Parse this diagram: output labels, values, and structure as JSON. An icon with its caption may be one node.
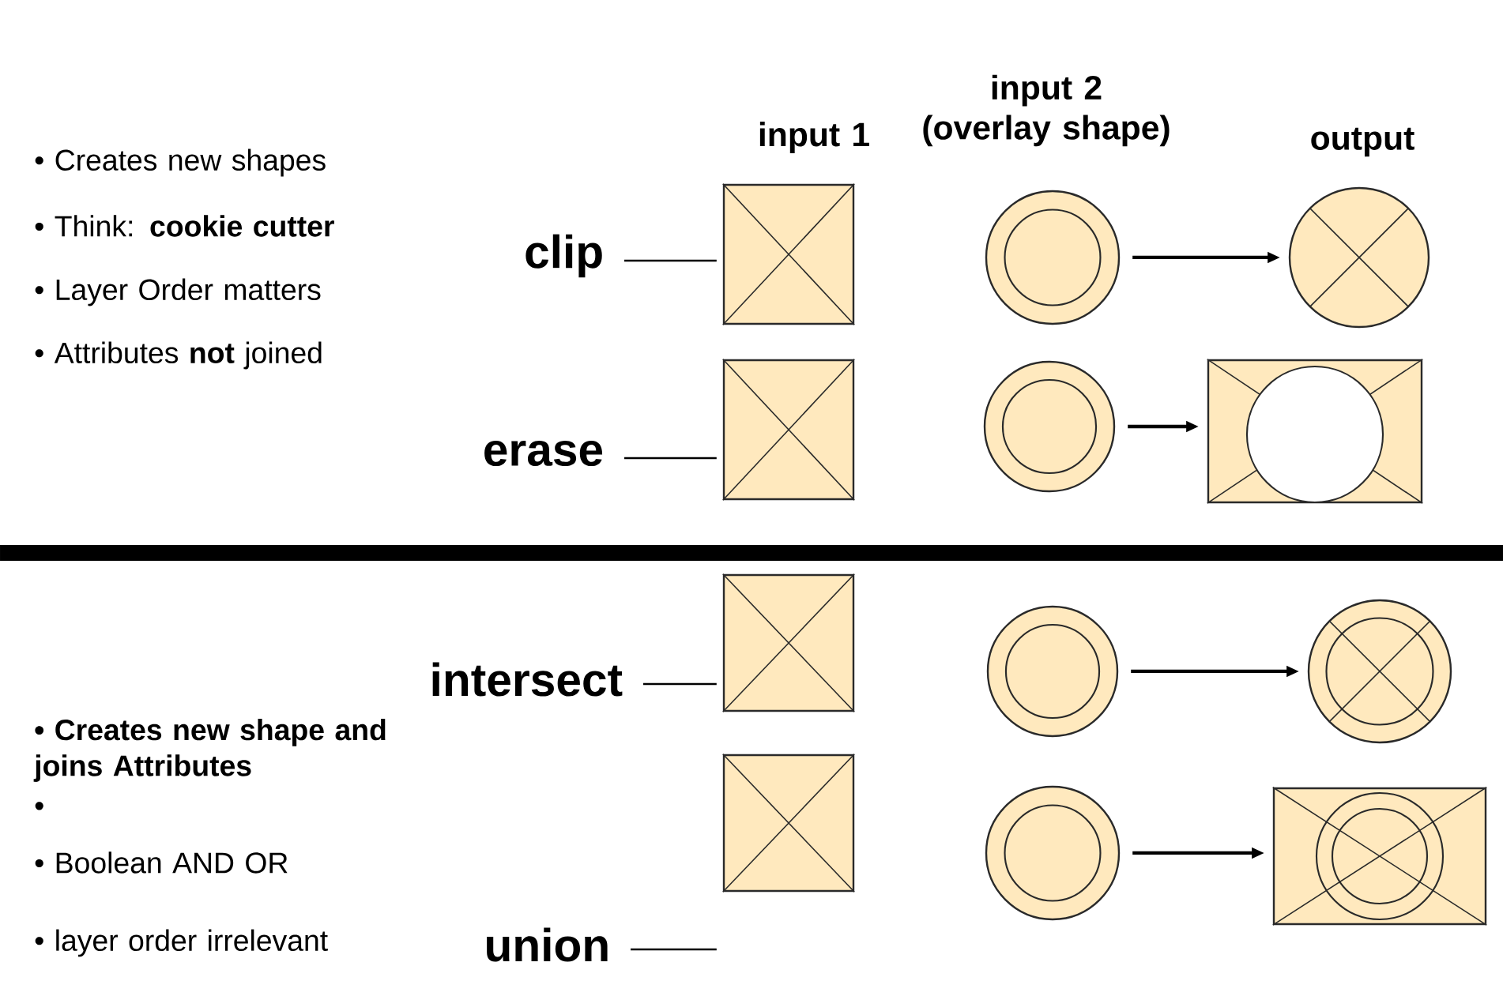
{
  "diagram": {
    "nodes": [
      {
        "text": [
          "clip"
        ]
      },
      {
        "text": [],
        "shape": "box"
      },
      {
        "text": [],
        "shape": "circle"
      },
      {
        "text": [],
        "shape": "circle"
      },
      {
        "text": [
          "erase"
        ]
      },
      {
        "text": [],
        "shape": "box"
      },
      {
        "text": [],
        "shape": "circle"
      },
      {
        "text": [],
        "shape": "box"
      },
      {
        "text": [
          "intersect"
        ]
      },
      {
        "text": [],
        "shape": "box"
      },
      {
        "text": [],
        "shape": "circle"
      },
      {
        "text": [],
        "shape": "circle"
      },
      {
        "text": [
          "union"
        ]
      },
      {
        "text": [],
        "shape": "box"
      },
      {
        "text": [],
        "shape": "circle"
      },
      {
        "text": [],
        "shape": "box"
      }
    ],
    "edges": [
      {
        "from": 0,
        "to": 1,
        "arrow": "none"
      },
      {
        "from": 2,
        "to": 3,
        "arrow": "to"
      },
      {
        "from": 4,
        "to": 5,
        "arrow": "none"
      },
      {
        "from": 6,
        "to": 7,
        "arrow": "to"
      },
      {
        "from": 8,
        "to": 9,
        "arrow": "none"
      },
      {
        "from": 10,
        "to": 11,
        "arrow": "to"
      },
      {
        "from": 12,
        "to": 13,
        "arrow": "none"
      },
      {
        "from": 14,
        "to": 15,
        "arrow": "to"
      }
    ],
    "labels": [
      "input 2 (overlay shape)",
      "input 1",
      "output",
      "• Creates new shapes",
      "• Think: **cookie cutter**",
      "• Layer Order matters",
      "• Attributes **not** joined",
      "• Creates new shape and joins Attributes",
      "•",
      "• Boolean AND OR",
      "• layer order  irrelevant"
    ]
  }
}
